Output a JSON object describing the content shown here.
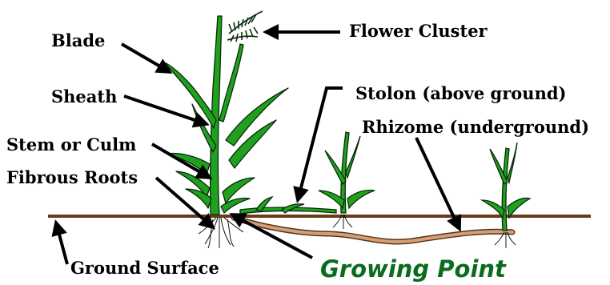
{
  "labels": {
    "blade": "Blade",
    "sheath": "Sheath",
    "stem": "Stem or Culm",
    "fibrous_roots": "Fibrous Roots",
    "ground_surface": "Ground Surface",
    "flower_cluster": "Flower Cluster",
    "stolon": "Stolon (above ground)",
    "rhizome": "Rhizome (underground)",
    "growing_point": "Growing Point"
  },
  "colors": {
    "ground": "#6b3a18",
    "plant": "#1fa11f",
    "plant_outline": "#0a2a0a",
    "rhizome": "#c9916a",
    "growing_point": "#0b6b1e",
    "arrow": "#000000"
  }
}
